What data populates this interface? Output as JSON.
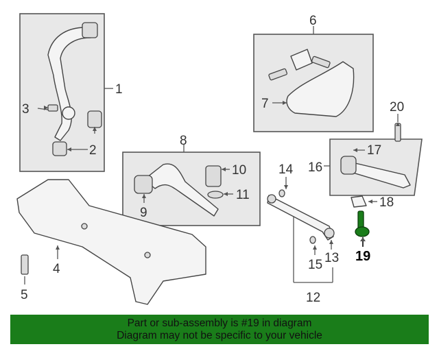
{
  "callouts": {
    "c1": "1",
    "c2": "2",
    "c3": "3",
    "c4": "4",
    "c5": "5",
    "c6": "6",
    "c7": "7",
    "c8": "8",
    "c9": "9",
    "c10": "10",
    "c11": "11",
    "c12": "12",
    "c13": "13",
    "c14": "14",
    "c15": "15",
    "c16": "16",
    "c17": "17",
    "c18": "18",
    "c19": "19",
    "c20": "20"
  },
  "highlight": {
    "part_number": "19",
    "color": "#1a7d1a"
  },
  "banner": {
    "line1": "Part or sub-assembly is #19 in diagram",
    "line2": "Diagram may not be specific to your vehicle",
    "background": "#1a7d1a"
  }
}
